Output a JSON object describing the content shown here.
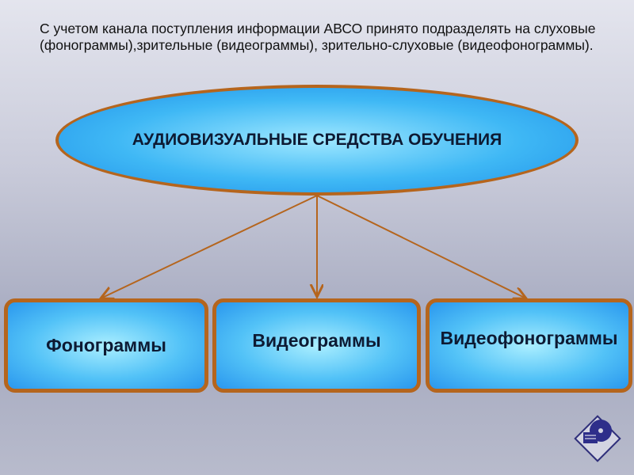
{
  "intro_text": "С учетом канала поступления информации АВСО принято подразделять на слуховые (фонограммы),зрительные (видеограммы), зрительно-слуховые (видеофонограммы).",
  "root": {
    "label": "АУДИОВИЗУАЛЬНЫЕ СРЕДСТВА ОБУЧЕНИЯ"
  },
  "children": [
    {
      "label": "Фонограммы"
    },
    {
      "label": "Видеограммы"
    },
    {
      "label": "Видеофонограммы"
    }
  ],
  "colors": {
    "border": "#b5651d",
    "fill": "#3fb8f5"
  }
}
